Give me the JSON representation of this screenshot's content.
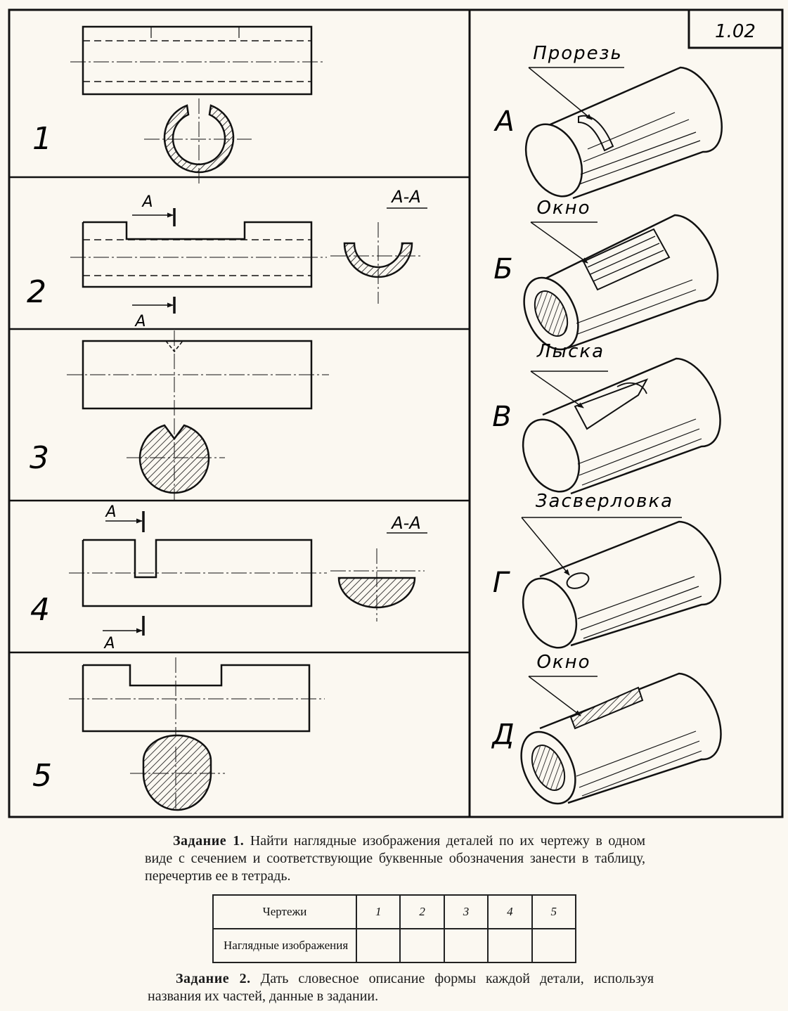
{
  "sheet_number": "1.02",
  "drawings": [
    {
      "number": "1"
    },
    {
      "number": "2",
      "section_label": "А-А",
      "cut_letter_top": "А",
      "cut_letter_bottom": "А"
    },
    {
      "number": "3"
    },
    {
      "number": "4",
      "section_label": "А-А",
      "cut_letter_top": "А",
      "cut_letter_bottom": "А"
    },
    {
      "number": "5"
    }
  ],
  "pictorials": [
    {
      "letter": "А",
      "feature": "Прорезь"
    },
    {
      "letter": "Б",
      "feature": "Окно"
    },
    {
      "letter": "В",
      "feature": "Лыска"
    },
    {
      "letter": "Г",
      "feature": "Засверловка"
    },
    {
      "letter": "Д",
      "feature": "Окно"
    }
  ],
  "task1": {
    "heading": "Задание 1.",
    "text": "Найти наглядные изображения деталей по их чертежу в одном виде с сечением и соответствующие буквенные обозначения занести в таблицу, перечертив ее в тетрадь."
  },
  "table": {
    "row1_label": "Чертежи",
    "row2_label": "Наглядные изображения",
    "columns": [
      "1",
      "2",
      "3",
      "4",
      "5"
    ]
  },
  "task2": {
    "heading": "Задание 2.",
    "text": "Дать словесное описание формы каждой детали, используя названия их частей, данные в задании."
  }
}
